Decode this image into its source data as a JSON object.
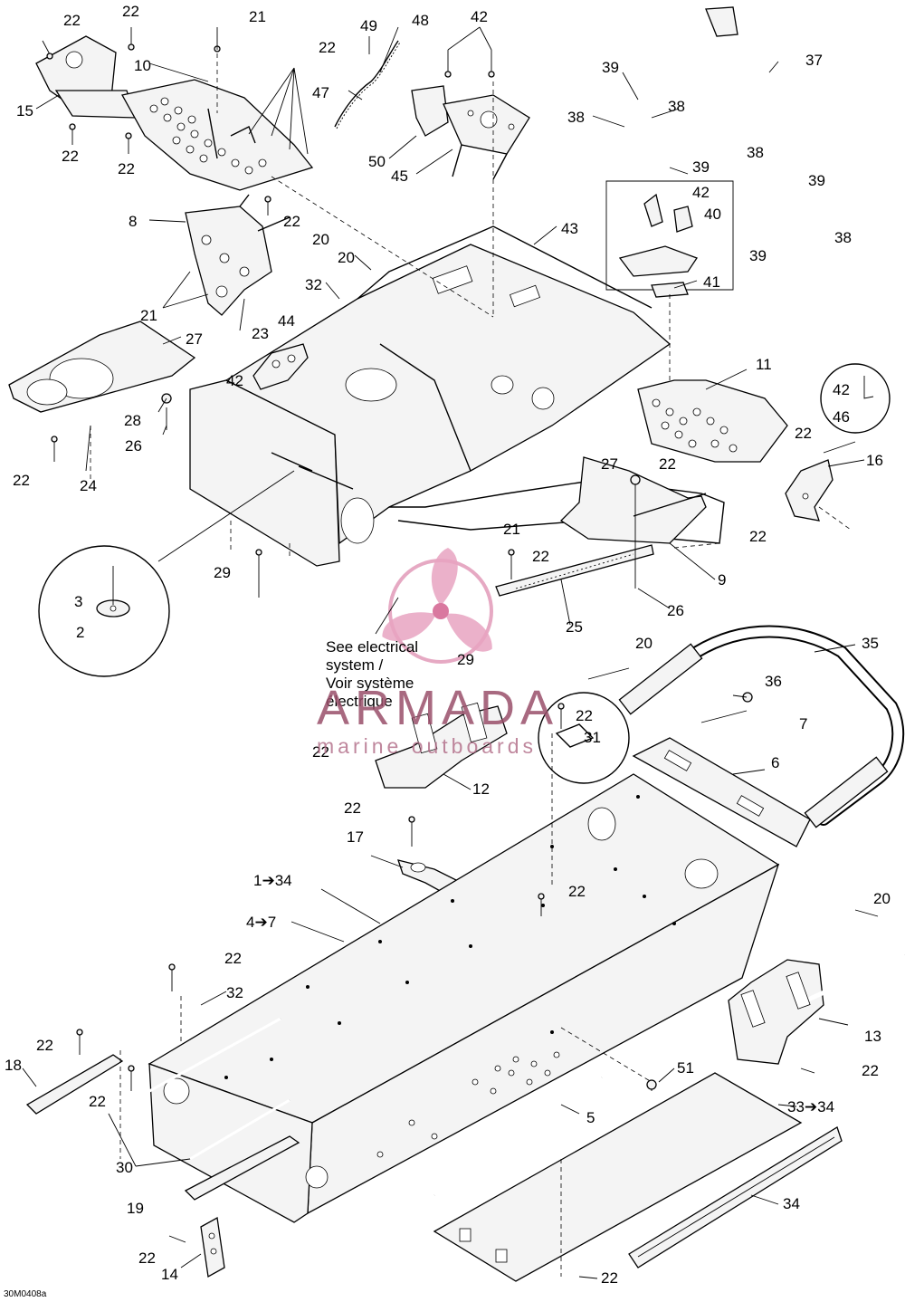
{
  "callouts": [
    "22",
    "22",
    "21",
    "22",
    "49",
    "48",
    "42",
    "10",
    "15",
    "47",
    "22",
    "22",
    "50",
    "45",
    "8",
    "20",
    "22",
    "20",
    "32",
    "21",
    "23",
    "27",
    "44",
    "42",
    "28",
    "26",
    "22",
    "24",
    "29",
    "3",
    "2",
    "43",
    "39",
    "37",
    "38",
    "38",
    "39",
    "38",
    "39",
    "42",
    "40",
    "39",
    "38",
    "41",
    "11",
    "42",
    "46",
    "22",
    "16",
    "27",
    "22",
    "21",
    "22",
    "9",
    "22",
    "25",
    "26",
    "29",
    "20",
    "36",
    "35",
    "7",
    "22",
    "31",
    "22",
    "6",
    "12",
    "22",
    "17",
    "22",
    "20",
    "22",
    "32",
    "13",
    "22",
    "22",
    "18",
    "22",
    "30",
    "51",
    "5",
    "33➔34",
    "19",
    "34",
    "22",
    "14",
    "22"
  ],
  "range_callouts": [
    "1➔34",
    "4➔7"
  ],
  "electrical_note": [
    "See electrical",
    "system /",
    "Voir système",
    "électrique"
  ],
  "watermark": {
    "brand": "ARMADA",
    "tagline": "marine outboards",
    "color": "#c0608a"
  },
  "drawing_code": "30M0408a"
}
